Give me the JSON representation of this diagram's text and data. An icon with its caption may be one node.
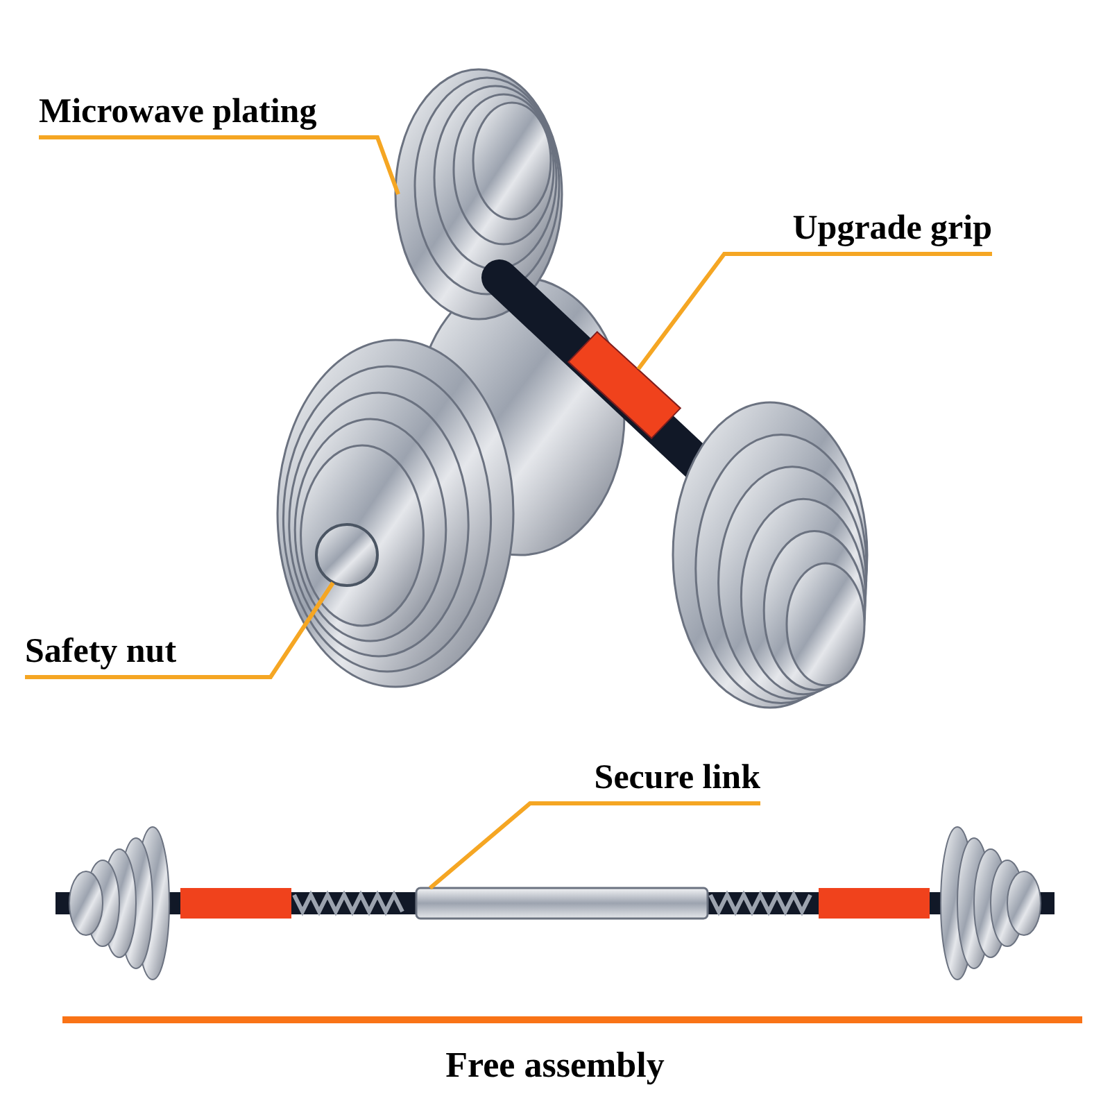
{
  "diagram": {
    "nodes": [
      {
        "text": [
          "Microwave plating"
        ]
      },
      {
        "text": [
          "Upgrade grip"
        ]
      },
      {
        "text": [
          "Safety nut"
        ]
      },
      {
        "text": [
          "Secure link"
        ]
      },
      {
        "text": [],
        "shape": "picture"
      },
      {
        "text": [],
        "shape": "picture"
      },
      {
        "text": [],
        "shape": "picture"
      },
      {
        "text": [],
        "shape": "picture"
      }
    ],
    "edges": [
      {
        "from": 0,
        "to": 4,
        "arrow": "none"
      },
      {
        "from": 1,
        "to": 5,
        "arrow": "none"
      },
      {
        "from": 2,
        "to": 6,
        "arrow": "none"
      },
      {
        "from": 3,
        "to": 7,
        "arrow": "none"
      }
    ],
    "labels": [
      "Free assembly"
    ]
  }
}
